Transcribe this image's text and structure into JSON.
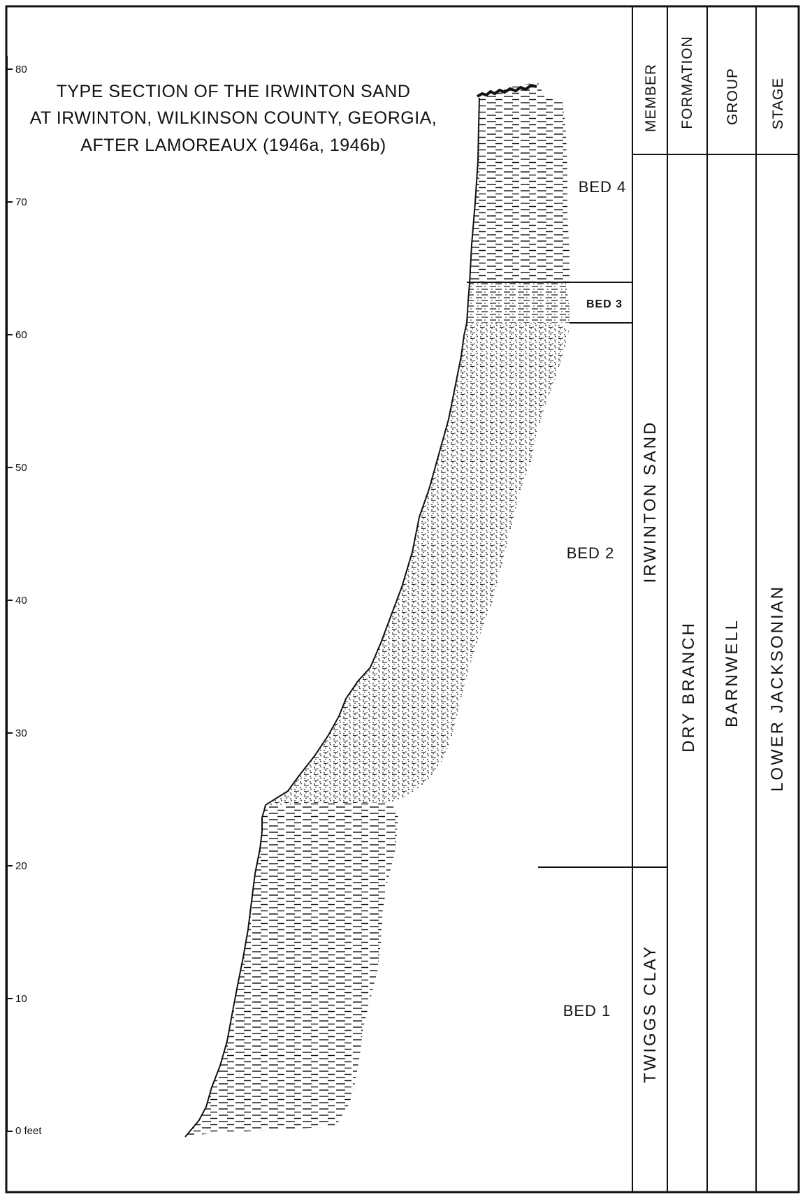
{
  "title": {
    "line1": "TYPE SECTION OF THE IRWINTON SAND",
    "line2": "AT IRWINTON, WILKINSON COUNTY, GEORGIA,",
    "line3": "AFTER LAMOREAUX (1946a, 1946b)"
  },
  "scale": {
    "unit_label": "0 feet",
    "ticks": [
      "10",
      "20",
      "30",
      "40",
      "50",
      "60",
      "70",
      "80"
    ]
  },
  "beds": [
    {
      "id": "bed1",
      "label": "BED 1",
      "lithology": "clay",
      "range_ft": [
        0,
        20
      ]
    },
    {
      "id": "bed2",
      "label": "BED 2",
      "lithology": "sand",
      "range_ft": [
        20,
        61
      ]
    },
    {
      "id": "bed3",
      "label": "BED 3",
      "lithology": "sandy-clay",
      "range_ft": [
        61,
        64
      ]
    },
    {
      "id": "bed4",
      "label": "BED 4",
      "lithology": "clay",
      "range_ft": [
        64,
        79
      ]
    }
  ],
  "columns": {
    "member": {
      "header": "MEMBER",
      "units": [
        {
          "label": "TWIGGS CLAY",
          "range_ft": [
            0,
            20
          ]
        },
        {
          "label": "IRWINTON SAND",
          "range_ft": [
            20,
            79
          ]
        }
      ]
    },
    "formation": {
      "header": "FORMATION",
      "value": "DRY BRANCH"
    },
    "group": {
      "header": "GROUP",
      "value": "BARNWELL"
    },
    "stage": {
      "header": "STAGE",
      "value": "LOWER JACKSONIAN"
    }
  },
  "colors": {
    "ink": "#111111",
    "paper": "#ffffff"
  }
}
